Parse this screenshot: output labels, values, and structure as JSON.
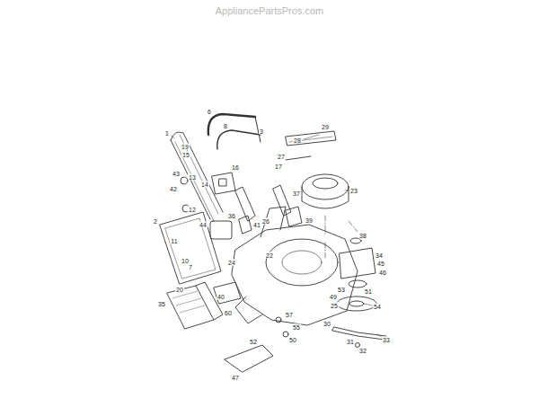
{
  "diagram": {
    "labels": [
      "AppliancePartsPros.com",
      "1",
      "6",
      "8",
      "3",
      "19",
      "15",
      "14",
      "16",
      "28",
      "29",
      "27",
      "17",
      "23",
      "43",
      "13",
      "42",
      "12",
      "37",
      "39",
      "36",
      "26",
      "2",
      "44",
      "11",
      "10",
      "7",
      "20",
      "24",
      "22",
      "41",
      "38",
      "34",
      "45",
      "46",
      "51",
      "53",
      "49",
      "25",
      "54",
      "30",
      "31",
      "32",
      "33",
      "35",
      "40",
      "60",
      "57",
      "55",
      "50",
      "52",
      "47"
    ]
  }
}
